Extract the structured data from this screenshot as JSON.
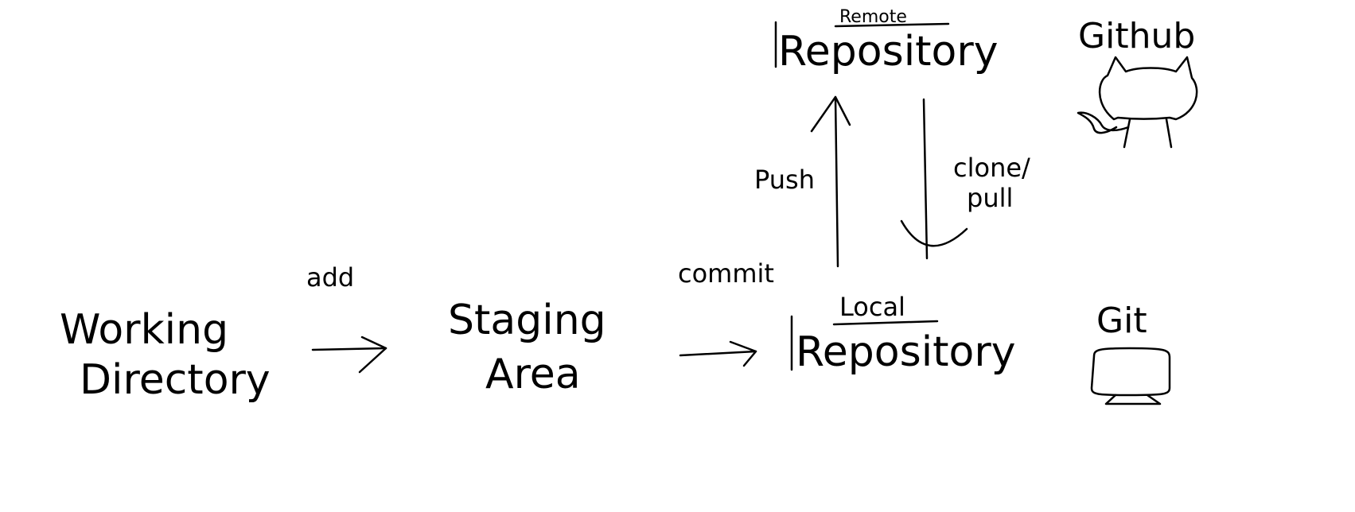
{
  "nodes": {
    "working_directory": {
      "line1": "Working",
      "line2": "Directory"
    },
    "staging_area": {
      "line1": "Staging",
      "line2": "Area"
    },
    "local_repository": {
      "qualifier": "Local",
      "name": "Repository"
    },
    "remote_repository": {
      "qualifier": "Remote",
      "name": "Repository"
    }
  },
  "edges": {
    "add": "add",
    "commit": "commit",
    "push": "Push",
    "clone_pull_line1": "clone/",
    "clone_pull_line2": "pull"
  },
  "tools": {
    "github": {
      "label": "Github",
      "icon": "github-octocat-icon"
    },
    "git": {
      "label": "Git",
      "icon": "computer-monitor-icon"
    }
  }
}
